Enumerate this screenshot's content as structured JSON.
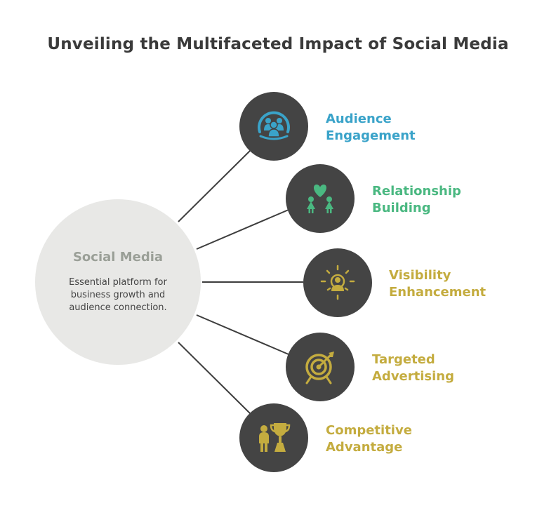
{
  "title": "Unveiling the Multifaceted Impact of Social Media",
  "center": {
    "title": "Social Media",
    "description": "Essential platform for business growth and audience connection."
  },
  "branches": [
    {
      "line1": "Audience",
      "line2": "Engagement",
      "icon": "audience-group-icon",
      "color": "#3aa3c9"
    },
    {
      "line1": "Relationship",
      "line2": "Building",
      "icon": "heart-people-icon",
      "color": "#4ab881"
    },
    {
      "line1": "Visibility",
      "line2": "Enhancement",
      "icon": "shining-person-icon",
      "color": "#c4ac3f"
    },
    {
      "line1": "Targeted",
      "line2": "Advertising",
      "icon": "target-arrow-icon",
      "color": "#c4ac3f"
    },
    {
      "line1": "Competitive",
      "line2": "Advantage",
      "icon": "person-trophy-icon",
      "color": "#c4ac3f"
    }
  ]
}
